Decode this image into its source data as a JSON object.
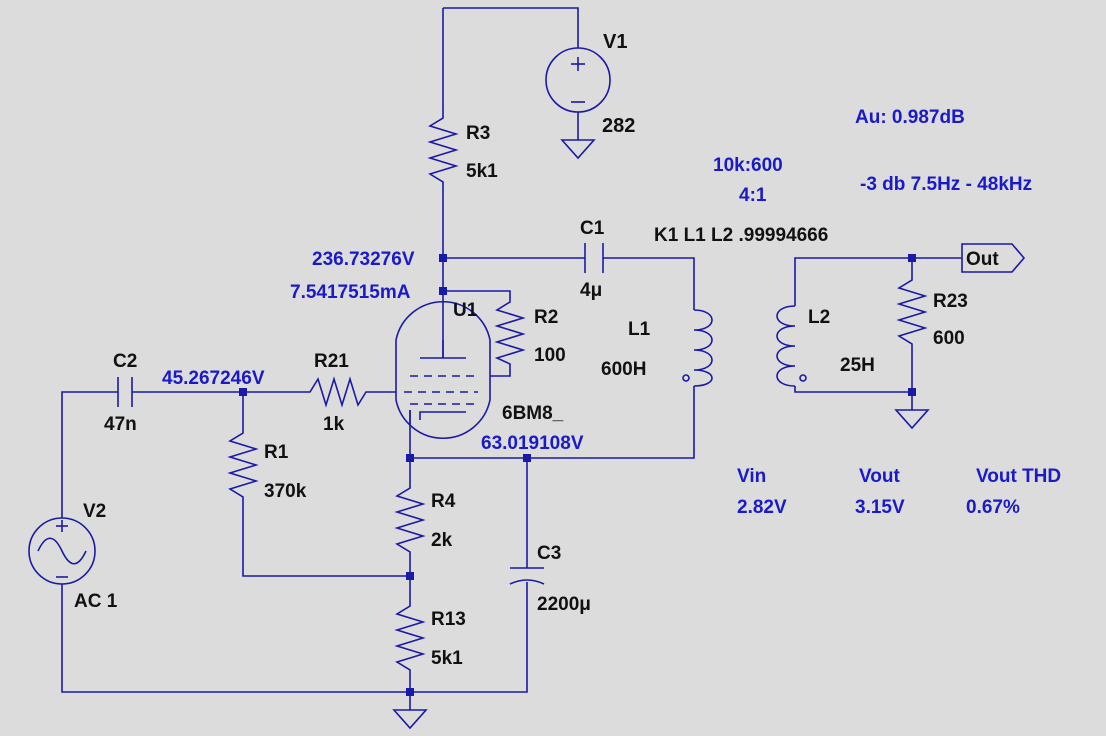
{
  "colors": {
    "background": "#dcdcdc",
    "wire": "#1a1aa8",
    "text": "#111111",
    "annotation": "#1a1ac8"
  },
  "components": {
    "v1": {
      "name": "V1",
      "value": "282"
    },
    "v2": {
      "name": "V2",
      "value": "AC 1"
    },
    "r3": {
      "name": "R3",
      "value": "5k1"
    },
    "r2": {
      "name": "R2",
      "value": "100"
    },
    "r21": {
      "name": "R21",
      "value": "1k"
    },
    "r1": {
      "name": "R1",
      "value": "370k"
    },
    "r4": {
      "name": "R4",
      "value": "2k"
    },
    "r13": {
      "name": "R13",
      "value": "5k1"
    },
    "r23": {
      "name": "R23",
      "value": "600"
    },
    "c1": {
      "name": "C1",
      "value": "4μ"
    },
    "c2": {
      "name": "C2",
      "value": "47n"
    },
    "c3": {
      "name": "C3",
      "value": "2200μ"
    },
    "l1": {
      "name": "L1",
      "value": "600H"
    },
    "l2": {
      "name": "L2",
      "value": "25H"
    },
    "u1": {
      "name": "U1",
      "value": "6BM8_"
    },
    "out": {
      "label": "Out"
    }
  },
  "net_labels": {
    "plate_voltage": "236.73276V",
    "plate_current": "7.5417515mA",
    "grid_voltage": "45.267246V",
    "cathode_voltage": "63.019108V"
  },
  "annotations": {
    "ratio": "10k:600",
    "turns": "4:1",
    "coupling": "K1 L1 L2 .99994666",
    "gain": "Au: 0.987dB",
    "bandwidth": "-3 db  7.5Hz - 48kHz",
    "measurements": {
      "vin_label": "Vin",
      "vin_value": "2.82V",
      "vout_label": "Vout",
      "vout_value": "3.15V",
      "thd_label": "Vout THD",
      "thd_value": "0.67%"
    }
  }
}
